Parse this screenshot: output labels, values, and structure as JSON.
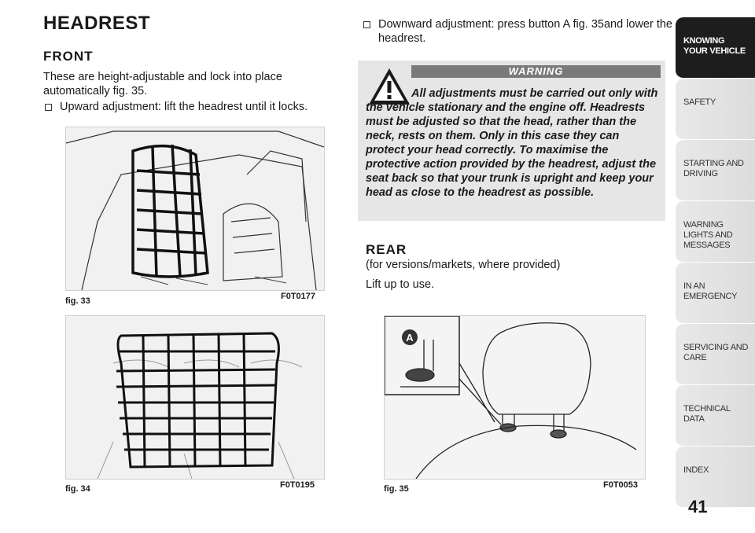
{
  "title": "HEADREST",
  "front": {
    "heading": "FRONT",
    "intro": "These are height-adjustable and lock into place automatically fig. 35.",
    "bullet_up": "Upward adjustment: lift the headrest until it locks."
  },
  "right": {
    "bullet_down": "Downward adjustment: press button A fig. 35and lower the headrest.",
    "warning_title": "WARNING",
    "warning_text": "All adjustments must be carried out only with the vehicle stationary and the engine off. Headrests must be adjusted so that the head, rather than the neck, rests on them. Only in this case they can protect your head correctly. To maximise the protective action provided by the headrest, adjust the seat back so that your trunk is upright and keep your head as close to the headrest as possible.",
    "rear_heading": "REAR",
    "rear_note": "(for versions/markets, where provided)",
    "rear_text": "Lift up to use."
  },
  "figures": [
    {
      "label": "fig. 33",
      "code": "F0T0177"
    },
    {
      "label": "fig. 34",
      "code": "F0T0195"
    },
    {
      "label": "fig. 35",
      "code": "F0T0053",
      "callout": "A"
    }
  ],
  "tabs": [
    {
      "label": "KNOWING YOUR VEHICLE",
      "active": true
    },
    {
      "label": "SAFETY",
      "active": false
    },
    {
      "label": "STARTING AND DRIVING",
      "active": false
    },
    {
      "label": "WARNING LIGHTS AND MESSAGES",
      "active": false
    },
    {
      "label": "IN AN EMERGENCY",
      "active": false
    },
    {
      "label": "SERVICING AND CARE",
      "active": false
    },
    {
      "label": "TECHNICAL DATA",
      "active": false
    },
    {
      "label": "INDEX",
      "active": false
    }
  ],
  "page_number": "41"
}
